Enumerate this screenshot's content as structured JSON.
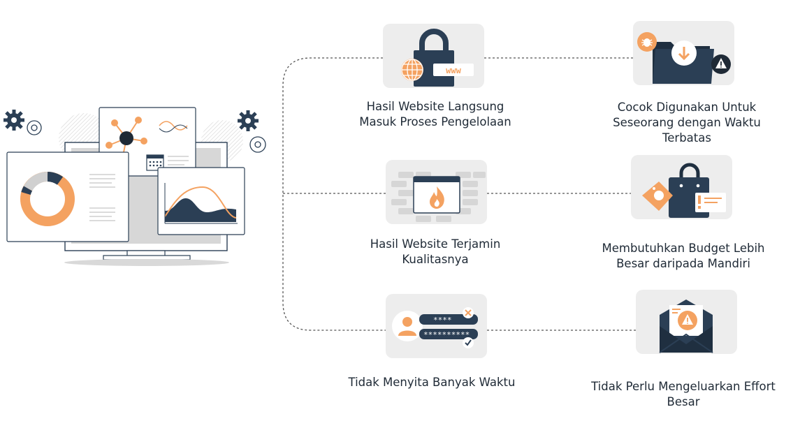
{
  "benefits": [
    {
      "icon": "padlock-globe-www-icon",
      "lines": [
        "Hasil Website Langsung",
        "Masuk Proses Pengelolaan"
      ]
    },
    {
      "icon": "firewall-fire-icon",
      "lines": [
        "Hasil Website Terjamin",
        "Kualitasnya"
      ]
    },
    {
      "icon": "password-login-icon",
      "lines": [
        "Tidak Menyita Banyak Waktu"
      ]
    }
  ],
  "drawbacks": [
    {
      "icon": "folder-bug-warning-icon",
      "lines": [
        "Cocok Digunakan Untuk",
        "Seseorang dengan Waktu",
        "Terbatas"
      ]
    },
    {
      "icon": "shopping-bag-price-tag-icon",
      "lines": [
        "Membutuhkan Budget Lebih",
        "Besar daripada Mandiri"
      ]
    },
    {
      "icon": "envelope-warning-icon",
      "lines": [
        "Tidak Perlu Mengeluarkan Effort",
        "Besar"
      ]
    }
  ],
  "hero": {
    "icon": "analytics-dashboard-monitor-illustration"
  },
  "www_text": "www",
  "password_masks": [
    "****",
    "**********"
  ],
  "colors": {
    "navy": "#2b3f55",
    "orange": "#f4a261",
    "box": "#ededed",
    "text": "#1f2a36"
  }
}
